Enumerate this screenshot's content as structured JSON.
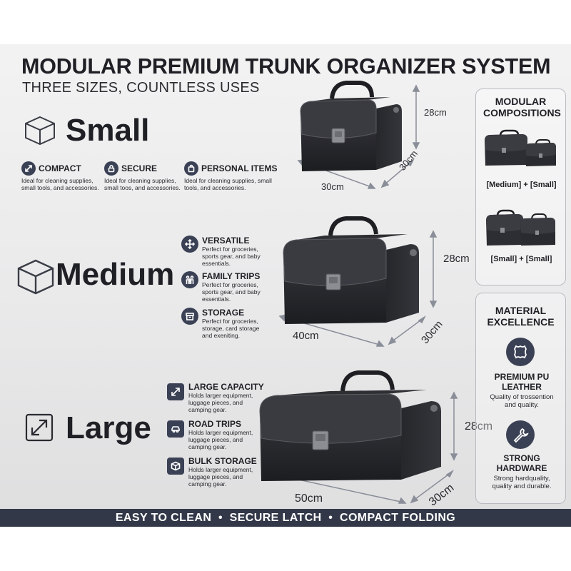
{
  "header": {
    "title": "MODULAR PREMIUM TRUNK ORGANIZER SYSTEM",
    "subtitle": "THREE SIZES, COUNTLESS USES"
  },
  "small": {
    "name": "Small",
    "features": [
      {
        "title": "COMPACT",
        "desc": "Ideal for cleaning supplies, small tools, and accessories.",
        "icon": "expand-arrows-icon"
      },
      {
        "title": "SECURE",
        "desc": "Ideal for cleaning supplies, small toos, and accessories.",
        "icon": "lock-icon"
      },
      {
        "title": "PERSONAL ITEMS",
        "desc": "Ideal for cleaning supplies, small tools, and accessories.",
        "icon": "bag-icon"
      }
    ],
    "dims": {
      "height": "28cm",
      "depth": "30cm",
      "width": "30cm"
    }
  },
  "medium": {
    "name": "Medium",
    "features": [
      {
        "title": "VERSATILE",
        "desc": "Perfect for groceries, sports gear, and baby essentials.",
        "icon": "move-arrows-icon"
      },
      {
        "title": "FAMILY TRIPS",
        "desc": "Perfect for groceries, sports gear, and baby essentials.",
        "icon": "family-icon"
      },
      {
        "title": "STORAGE",
        "desc": "Perfect for groceries, storage, card storage and exeniting.",
        "icon": "storage-box-icon"
      }
    ],
    "dims": {
      "height": "28cm",
      "depth": "30cm",
      "width": "40cm"
    }
  },
  "large": {
    "name": "Large",
    "features": [
      {
        "title": "LARGE CAPACITY",
        "desc": "Holds larger equipment, luggage pieces, and camping gear.",
        "icon": "expand-arrows-icon"
      },
      {
        "title": "ROAD TRIPS",
        "desc": "Holds larger equipment, luggage pieces, and camping gear.",
        "icon": "car-icon"
      },
      {
        "title": "BULK STORAGE",
        "desc": "Holds larger equipment, luggage pieces, and camping gear.",
        "icon": "box-icon"
      }
    ],
    "dims": {
      "height": "28cm",
      "depth": "30cm",
      "width": "50cm"
    }
  },
  "modular": {
    "title": "MODULAR COMPOSITIONS",
    "combos": [
      "[Medium] + [Small]",
      "[Small] + [Small]"
    ]
  },
  "material": {
    "title": "MATERIAL EXCELLENCE",
    "items": [
      {
        "title": "PREMIUM PU LEATHER",
        "desc": "Quality of trossention and quality.",
        "icon": "leather-hide-icon"
      },
      {
        "title": "STRONG HARDWARE",
        "desc": "Strong hardquality, quality and durable.",
        "icon": "wrench-icon"
      }
    ]
  },
  "footer": {
    "text": "EASY TO CLEAN  •  SECURE LATCH  •  COMPACT FOLDING"
  },
  "colors": {
    "accent": "#3b4155",
    "footer_bg": "#323848",
    "bag": "#2b2c30"
  }
}
